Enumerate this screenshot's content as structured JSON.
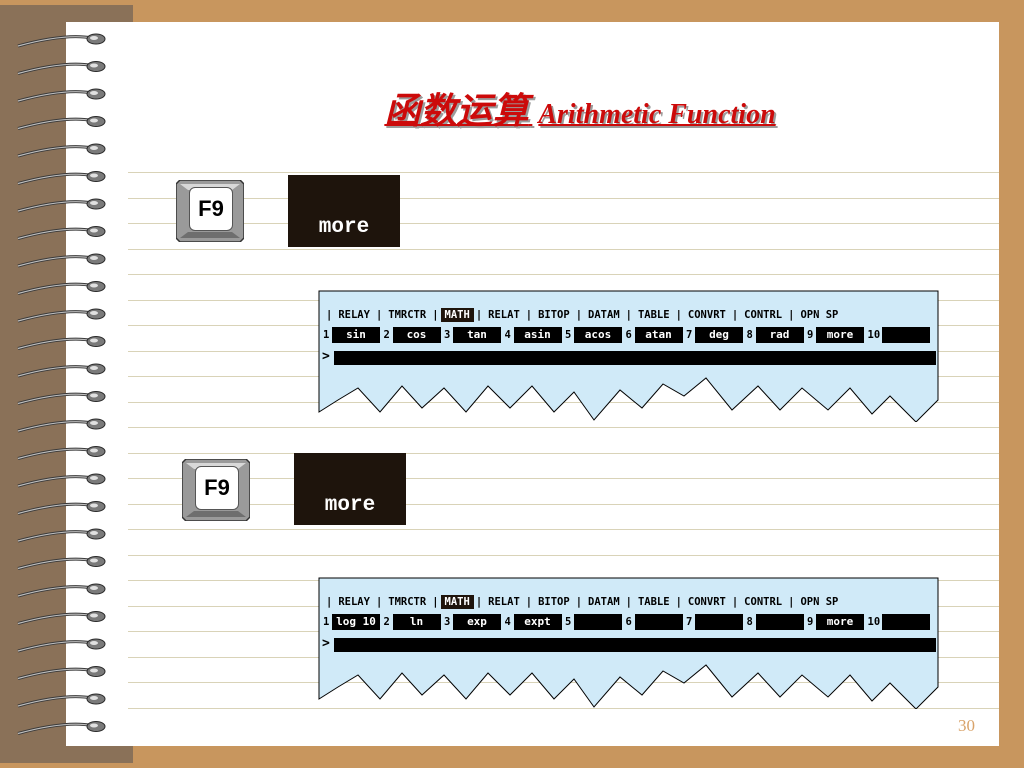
{
  "slide": {
    "title_cn": "函数运算",
    "title_en": "Arithmetic Function",
    "page_number": "30",
    "colors": {
      "title": "#cc0a0a",
      "panel_fill": "#d0eaf8",
      "dark_button": "#1e140c",
      "frame": "#c8965e"
    }
  },
  "step1": {
    "key_label": "F9",
    "more_label": "more",
    "menu": [
      "RELAY",
      "TMRCTR",
      "MATH",
      "RELAT",
      "BITOP",
      "DATAM",
      "TABLE",
      "CONVRT",
      "CONTRL",
      "OPN SP"
    ],
    "menu_active": "MATH",
    "softkey_numbers": [
      "1",
      "2",
      "3",
      "4",
      "5",
      "6",
      "7",
      "8",
      "9",
      "10"
    ],
    "softkeys": [
      "sin",
      "cos",
      "tan",
      "asin",
      "acos",
      "atan",
      "deg",
      "rad",
      "more",
      ""
    ],
    "prompt": ">"
  },
  "step2": {
    "key_label": "F9",
    "more_label": "more",
    "menu": [
      "RELAY",
      "TMRCTR",
      "MATH",
      "RELAT",
      "BITOP",
      "DATAM",
      "TABLE",
      "CONVRT",
      "CONTRL",
      "OPN SP"
    ],
    "menu_active": "MATH",
    "softkey_numbers": [
      "1",
      "2",
      "3",
      "4",
      "5",
      "6",
      "7",
      "8",
      "9",
      "10"
    ],
    "softkeys": [
      "log 10",
      "ln",
      "exp",
      "expt",
      "",
      "",
      "",
      "",
      "more",
      ""
    ],
    "prompt": ">"
  }
}
